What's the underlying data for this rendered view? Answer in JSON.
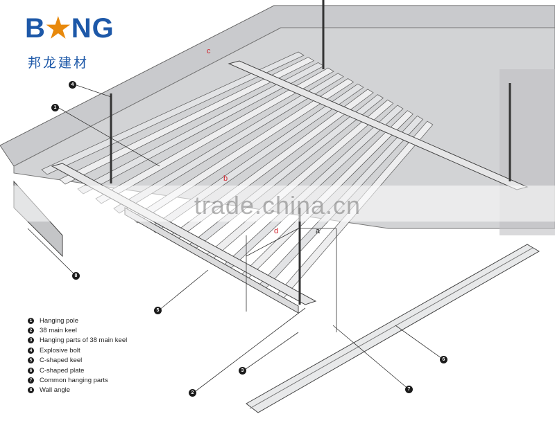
{
  "logo": {
    "brand_prefix": "B",
    "brand_suffix": "NG",
    "brand_mark": "★",
    "chinese_name": "邦龙建材",
    "brand_color": "#1d58a8",
    "accent_color": "#e8890c"
  },
  "watermark": {
    "text": "trade.china.cn"
  },
  "dimension_labels": {
    "a": "a",
    "b": "b",
    "c": "c",
    "d": "d"
  },
  "callouts": {
    "c1": "1",
    "c2": "2",
    "c3": "3",
    "c4": "4",
    "c5": "5",
    "c6": "6",
    "c7": "7",
    "c8": "8"
  },
  "legend": [
    {
      "num": "1",
      "label": "Hanging pole"
    },
    {
      "num": "2",
      "label": "38 main keel"
    },
    {
      "num": "3",
      "label": "Hanging parts of 38 main keel"
    },
    {
      "num": "4",
      "label": "Explosive bolt"
    },
    {
      "num": "5",
      "label": "C-shaped keel"
    },
    {
      "num": "6",
      "label": "C-shaped plate"
    },
    {
      "num": "7",
      "label": "Common hanging parts"
    },
    {
      "num": "8",
      "label": "Wall angle"
    }
  ],
  "colors": {
    "wall": "#cfd0d2",
    "wall_dark": "#b7b8bb",
    "panel": "#e9eaec",
    "line": "#555555",
    "accent_red": "#d0202a"
  }
}
